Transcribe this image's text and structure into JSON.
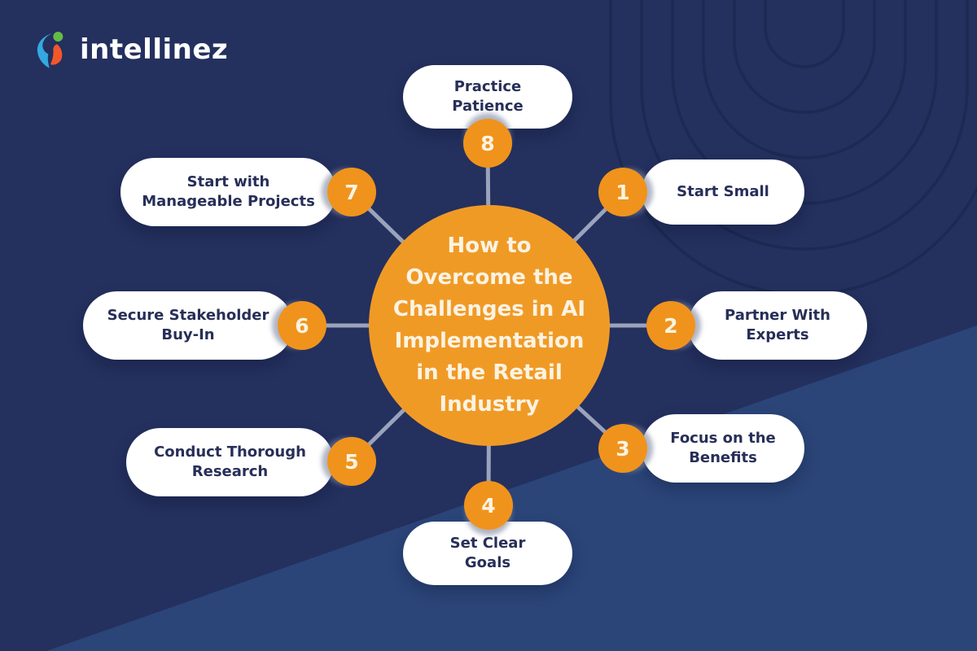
{
  "brand": {
    "name": "intellinez",
    "logo_icon": "intellinez-swirl-icon",
    "logo_colors": {
      "blue": "#33A9E0",
      "green": "#65BB47",
      "orange": "#F2572B"
    }
  },
  "diagram": {
    "center": {
      "title": "How to Overcome the Challenges in AI Implementation in the Retail Industry",
      "title_lines": [
        "How to",
        "Overcome the",
        "Challenges in AI",
        "Implementation",
        "in the Retail",
        "Industry"
      ],
      "color": "#F09A26"
    },
    "nodes": [
      {
        "number": "1",
        "label": "Start Small",
        "lines": [
          "Start Small"
        ],
        "position": "top-right"
      },
      {
        "number": "2",
        "label": "Partner With Experts",
        "lines": [
          "Partner With",
          "Experts"
        ],
        "position": "right"
      },
      {
        "number": "3",
        "label": "Focus on the Benefits",
        "lines": [
          "Focus on the",
          "Benefits"
        ],
        "position": "bottom-right"
      },
      {
        "number": "4",
        "label": "Set Clear Goals",
        "lines": [
          "Set Clear",
          "Goals"
        ],
        "position": "bottom"
      },
      {
        "number": "5",
        "label": "Conduct Thorough Research",
        "lines": [
          "Conduct Thorough",
          "Research"
        ],
        "position": "bottom-left"
      },
      {
        "number": "6",
        "label": "Secure Stakeholder Buy-In",
        "lines": [
          "Secure Stakeholder",
          "Buy-In"
        ],
        "position": "left"
      },
      {
        "number": "7",
        "label": "Start with Manageable Projects",
        "lines": [
          "Start with",
          "Manageable Projects"
        ],
        "position": "top-left"
      },
      {
        "number": "8",
        "label": "Practice Patience",
        "lines": [
          "Practice",
          "Patience"
        ],
        "position": "top"
      }
    ],
    "colors": {
      "background_navy": "#24305E",
      "background_light_navy": "#2B4579",
      "ring_stroke": "#1B2A52",
      "connector": "#9AA3BB",
      "node_orange": "#F0931C",
      "pill_background": "#FFFFFF",
      "pill_text": "#272F58",
      "circle_text": "#FBF3E2"
    }
  }
}
